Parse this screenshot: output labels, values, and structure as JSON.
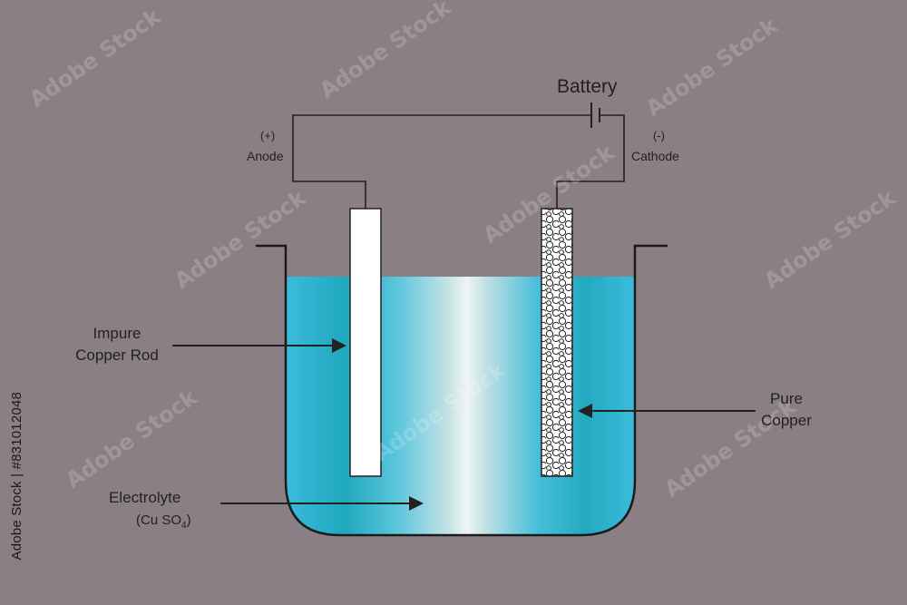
{
  "labels": {
    "battery": "Battery",
    "anode_sign": "(+)",
    "anode": "Anode",
    "cathode_sign": "(-)",
    "cathode": "Cathode",
    "impure_line1": "Impure",
    "impure_line2": "Copper Rod",
    "pure_line1": "Pure",
    "pure_line2": "Copper",
    "electrolyte": "Electrolyte",
    "formula_pre": "(Cu SO",
    "formula_sub": "4",
    "formula_post": ")"
  },
  "watermark": {
    "side_text": "Adobe Stock | #831012048",
    "text": "Adobe Stock"
  },
  "colors": {
    "background": "#8a7f85",
    "electrolyte": "#3bbbdc",
    "electrolyte_dark": "#1aa3b6",
    "wire": "#222222",
    "rod_fill": "#ffffff"
  }
}
